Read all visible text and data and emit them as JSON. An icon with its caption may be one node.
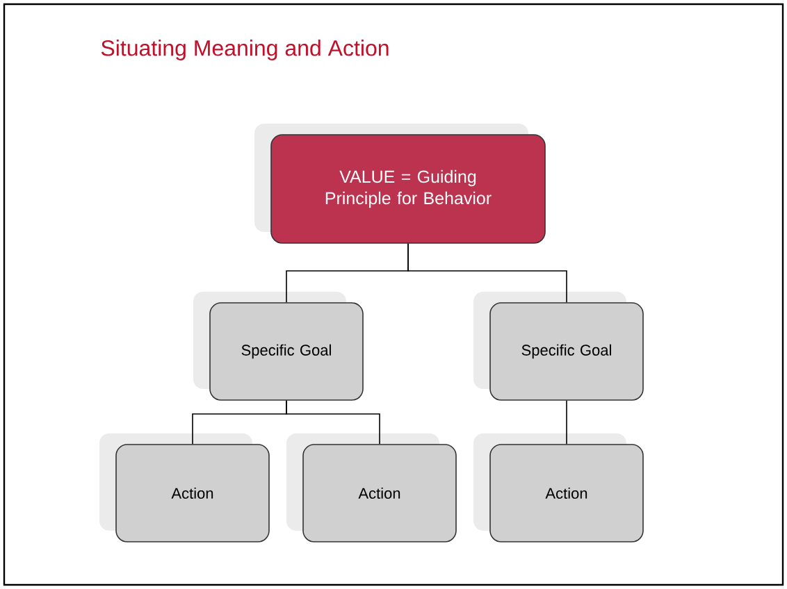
{
  "diagram": {
    "title": "Situating Meaning and Action",
    "nodes": [
      {
        "text": [
          "VALUE = Guiding Principle for Behavior"
        ]
      },
      {
        "text": [
          "Specific Goal"
        ]
      },
      {
        "text": [
          "Specific Goal"
        ]
      },
      {
        "text": [
          "Action"
        ]
      },
      {
        "text": [
          "Action"
        ]
      },
      {
        "text": [
          "Action"
        ]
      }
    ],
    "edges": [
      {
        "from": 0,
        "to": 1,
        "arrow": "none"
      },
      {
        "from": 0,
        "to": 2,
        "arrow": "none"
      },
      {
        "from": 1,
        "to": 3,
        "arrow": "none"
      },
      {
        "from": 1,
        "to": 4,
        "arrow": "none"
      },
      {
        "from": 2,
        "to": 5,
        "arrow": "none"
      }
    ]
  }
}
